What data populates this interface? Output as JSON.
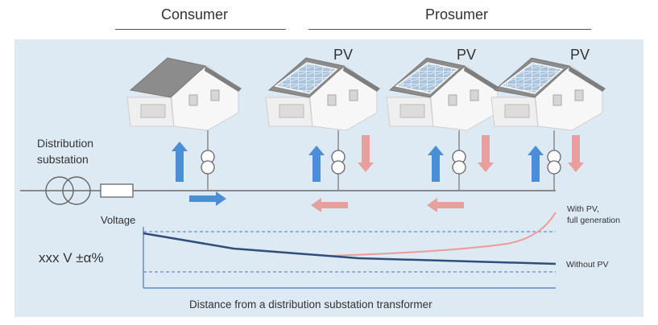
{
  "headers": {
    "consumer": "Consumer",
    "prosumer": "Prosumer"
  },
  "substation_label": [
    "Distribution",
    "substation"
  ],
  "pv_label": "PV",
  "voltage_label": "Voltage",
  "nominal_label": "xxx V ±α%",
  "xaxis_label": "Distance from a distribution substation transformer",
  "legend": {
    "with_pv": [
      "With PV,",
      "full generation"
    ],
    "without_pv": "Without PV"
  },
  "colors": {
    "panel": "#dde9f3",
    "flow_blue": "#4a8fd6",
    "flow_pink": "#e8a09c",
    "without_pv_line": "#2f4f7a",
    "with_pv_line": "#ec9b97",
    "limit_dashed": "#4a78b8"
  },
  "flows": {
    "consumer_power": "to-consumer",
    "prosumer_power": "reverse-to-grid"
  }
}
